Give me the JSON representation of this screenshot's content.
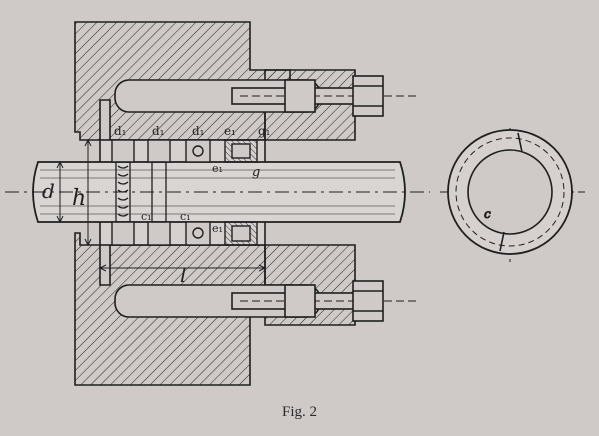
{
  "figure": {
    "caption": "Fig. 2",
    "labels": {
      "shaft_diameter": "d",
      "bore": "h",
      "length": "l",
      "d1": "d₁",
      "d2": "d₁",
      "d3": "d₁",
      "e1": "e₁",
      "e2": "e₁",
      "g1": "g₁",
      "c1": "c₁",
      "c2": "c₁",
      "e3": "e₁",
      "g": "g",
      "ring_c": "c"
    },
    "colors": {
      "paper": "#cfcac8",
      "ink": "#1f1f1f"
    }
  }
}
